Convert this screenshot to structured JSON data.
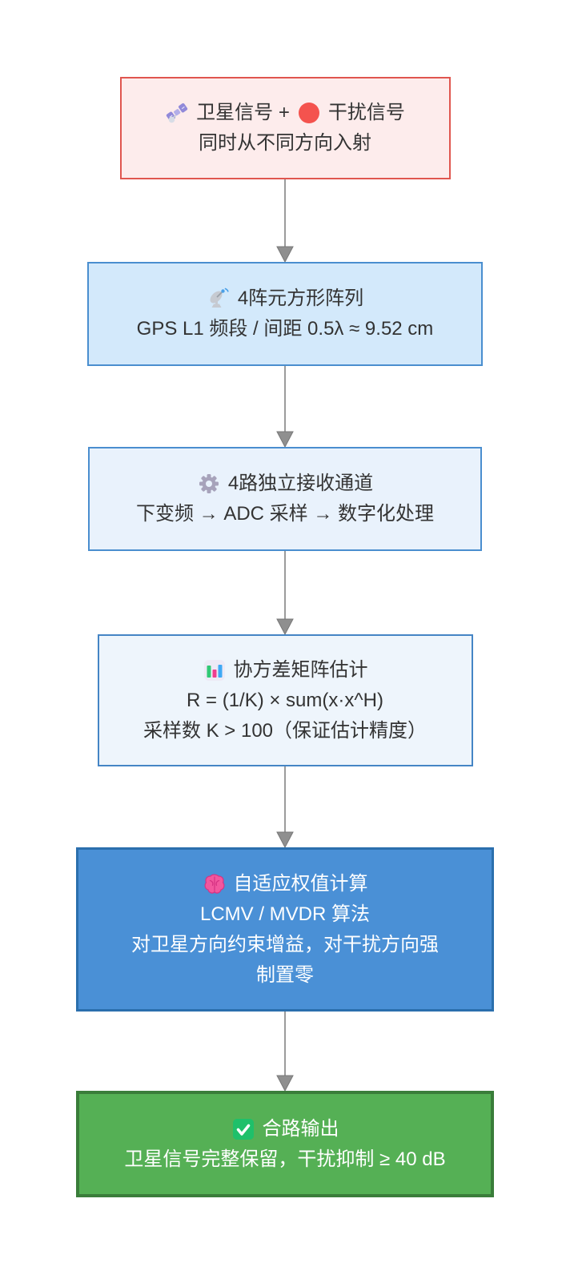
{
  "page": {
    "background_color": "#ffffff"
  },
  "flow": {
    "arrow": {
      "line_color": "#9b9b9b",
      "head_color": "#8f8f8f",
      "head_outline": "#777777"
    },
    "nodes": [
      {
        "name": "input-signals",
        "title_segments": [
          {
            "icon": "satellite-icon"
          },
          {
            "text": "卫星信号 +"
          },
          {
            "icon": "red-circle-icon"
          },
          {
            "text": "干扰信号"
          }
        ],
        "lines": [
          "同时从不同方向入射"
        ],
        "colors": {
          "fill": "#fdecec",
          "border": "#e0564f",
          "text": "#333333"
        }
      },
      {
        "name": "antenna-array",
        "title_segments": [
          {
            "icon": "antenna-dish-icon"
          },
          {
            "text": "4阵元方形阵列"
          }
        ],
        "lines": [
          "GPS L1 频段 / 间距 0.5λ ≈ 9.52 cm"
        ],
        "colors": {
          "fill": "#d3e9fb",
          "border": "#4a8ecf",
          "text": "#333333"
        }
      },
      {
        "name": "receive-channels",
        "title_segments": [
          {
            "icon": "gear-icon"
          },
          {
            "text": "4路独立接收通道"
          }
        ],
        "lines": [
          "下变频 → ADC 采样 → 数字化处理"
        ],
        "colors": {
          "fill": "#e9f2fc",
          "border": "#4a8ecf",
          "text": "#333333"
        }
      },
      {
        "name": "covariance-estimation",
        "title_segments": [
          {
            "icon": "bar-chart-icon"
          },
          {
            "text": "协方差矩阵估计"
          }
        ],
        "lines": [
          "R = (1/K) × sum(x·x^H)",
          "采样数 K > 100（保证估计精度）"
        ],
        "colors": {
          "fill": "#eef5fc",
          "border": "#4585c5",
          "text": "#333333"
        }
      },
      {
        "name": "adaptive-weight-computation",
        "title_segments": [
          {
            "icon": "brain-icon"
          },
          {
            "text": "自适应权值计算"
          }
        ],
        "lines": [
          "LCMV / MVDR 算法",
          "对卫星方向约束增益，对干扰方向强",
          "制置零"
        ],
        "colors": {
          "fill": "#4a90d6",
          "border": "#2b6fad",
          "text": "#ffffff"
        }
      },
      {
        "name": "combined-output",
        "title_segments": [
          {
            "icon": "check-icon"
          },
          {
            "text": "合路输出"
          }
        ],
        "lines": [
          "卫星信号完整保留，干扰抑制 ≥ 40 dB"
        ],
        "colors": {
          "fill": "#55b055",
          "border": "#3a7d3a",
          "text": "#ffffff"
        }
      }
    ]
  }
}
